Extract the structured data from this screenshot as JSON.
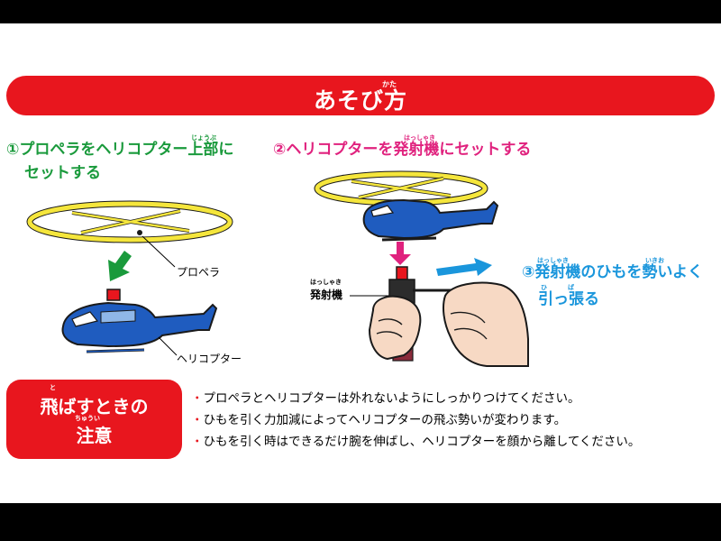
{
  "title": {
    "text": "あそび方",
    "ruby": "かた"
  },
  "step1": {
    "line1": "①プロペラをヘリコプター上部に",
    "line2": "セットする",
    "ruby": "じょうぶ"
  },
  "step2": {
    "text": "②ヘリコプターを発射機にセットする",
    "ruby": "はっしゃき"
  },
  "step3": {
    "line1": "③発射機のひもを勢いよく",
    "line2": "引っ張る",
    "ruby1": "はっしゃき",
    "ruby2": "いきお",
    "ruby3": "ひ",
    "ruby4": "ぱ"
  },
  "labels": {
    "propeller": "プロペラ",
    "helicopter": "ヘリコプター",
    "launcher": "発射機",
    "launcher_ruby": "はっしゃき"
  },
  "caution": {
    "title_line1": "飛ばすときの",
    "title_line2": "注意",
    "ruby_to": "と",
    "ruby_chui": "ちゅうい",
    "notes": [
      "プロペラとヘリコプターは外れないようにしっかりつけてください。",
      "ひもを引く力加減によってヘリコプターの飛ぶ勢いが変わります。",
      "ひもを引く時はできるだけ腕を伸ばし、ヘリコプターを顔から離してください。"
    ],
    "bullet": "・"
  },
  "colors": {
    "red": "#e8161e",
    "green": "#1a9a3c",
    "magenta": "#e0227e",
    "cyan": "#1a96dc",
    "helicopter_blue": "#1f5cbf",
    "propeller_yellow": "#f5e63c"
  }
}
